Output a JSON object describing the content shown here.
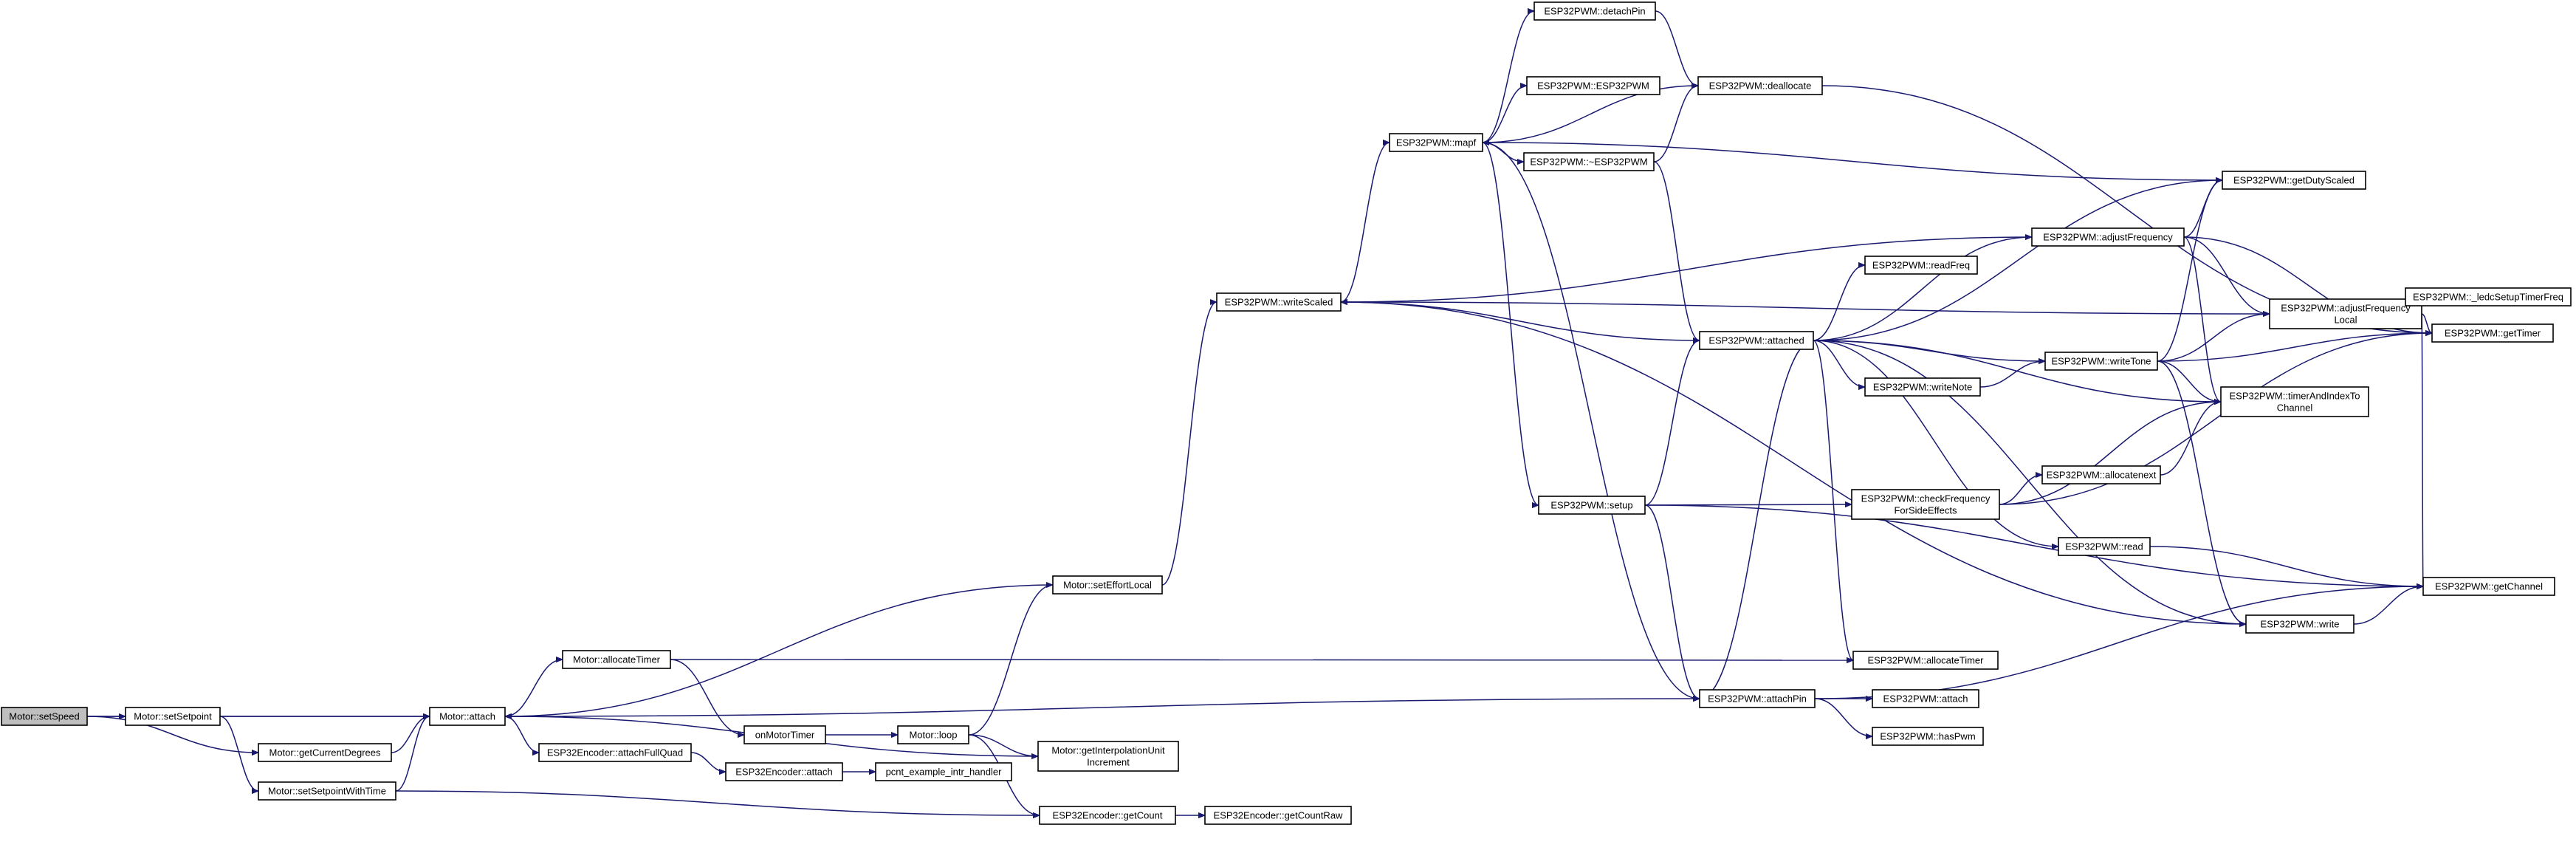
{
  "graph": {
    "root_color": "#bfbfbf",
    "edge_color": "#191970",
    "nodes": [
      {
        "id": "setSpeed",
        "label": [
          "Motor::setSpeed"
        ],
        "root": true
      },
      {
        "id": "setSetpoint",
        "label": [
          "Motor::setSetpoint"
        ]
      },
      {
        "id": "getCurrentDegrees",
        "label": [
          "Motor::getCurrentDegrees"
        ]
      },
      {
        "id": "setSetpointWithTime",
        "label": [
          "Motor::setSetpointWithTime"
        ]
      },
      {
        "id": "attach",
        "label": [
          "Motor::attach"
        ]
      },
      {
        "id": "allocateTimer",
        "label": [
          "Motor::allocateTimer"
        ]
      },
      {
        "id": "attachFullQuad",
        "label": [
          "ESP32Encoder::attachFullQuad"
        ]
      },
      {
        "id": "onMotorTimer",
        "label": [
          "onMotorTimer"
        ]
      },
      {
        "id": "encAttach",
        "label": [
          "ESP32Encoder::attach"
        ]
      },
      {
        "id": "pcnt",
        "label": [
          "pcnt_example_intr_handler"
        ]
      },
      {
        "id": "loop",
        "label": [
          "Motor::loop"
        ]
      },
      {
        "id": "setEffortLocal",
        "label": [
          "Motor::setEffortLocal"
        ]
      },
      {
        "id": "getInterp",
        "label": [
          "Motor::getInterpolationUnit",
          "Increment"
        ]
      },
      {
        "id": "getCount",
        "label": [
          "ESP32Encoder::getCount"
        ]
      },
      {
        "id": "getCountRaw",
        "label": [
          "ESP32Encoder::getCountRaw"
        ]
      },
      {
        "id": "writeScaled",
        "label": [
          "ESP32PWM::writeScaled"
        ]
      },
      {
        "id": "mapf",
        "label": [
          "ESP32PWM::mapf"
        ]
      },
      {
        "id": "detachPin",
        "label": [
          "ESP32PWM::detachPin"
        ]
      },
      {
        "id": "ctor",
        "label": [
          "ESP32PWM::ESP32PWM"
        ]
      },
      {
        "id": "dtor",
        "label": [
          "ESP32PWM::~ESP32PWM"
        ]
      },
      {
        "id": "deallocate",
        "label": [
          "ESP32PWM::deallocate"
        ]
      },
      {
        "id": "setup",
        "label": [
          "ESP32PWM::setup"
        ]
      },
      {
        "id": "attached",
        "label": [
          "ESP32PWM::attached"
        ]
      },
      {
        "id": "attachPin",
        "label": [
          "ESP32PWM::attachPin"
        ]
      },
      {
        "id": "readFreq",
        "label": [
          "ESP32PWM::readFreq"
        ]
      },
      {
        "id": "writeNote",
        "label": [
          "ESP32PWM::writeNote"
        ]
      },
      {
        "id": "checkFreq",
        "label": [
          "ESP32PWM::checkFrequency",
          "ForSideEffects"
        ]
      },
      {
        "id": "read",
        "label": [
          "ESP32PWM::read"
        ]
      },
      {
        "id": "pwmAllocateTimer",
        "label": [
          "ESP32PWM::allocateTimer"
        ]
      },
      {
        "id": "pwmAttach",
        "label": [
          "ESP32PWM::attach"
        ]
      },
      {
        "id": "hasPwm",
        "label": [
          "ESP32PWM::hasPwm"
        ]
      },
      {
        "id": "getDutyScaled",
        "label": [
          "ESP32PWM::getDutyScaled"
        ]
      },
      {
        "id": "adjustFrequency",
        "label": [
          "ESP32PWM::adjustFrequency"
        ]
      },
      {
        "id": "adjustFrequencyLocal",
        "label": [
          "ESP32PWM::adjustFrequency",
          "Local"
        ]
      },
      {
        "id": "writeTone",
        "label": [
          "ESP32PWM::writeTone"
        ]
      },
      {
        "id": "allocatenext",
        "label": [
          "ESP32PWM::allocatenext"
        ]
      },
      {
        "id": "timerAndIndex",
        "label": [
          "ESP32PWM::timerAndIndexTo",
          "Channel"
        ]
      },
      {
        "id": "write",
        "label": [
          "ESP32PWM::write"
        ]
      },
      {
        "id": "getChannel",
        "label": [
          "ESP32PWM::getChannel"
        ]
      },
      {
        "id": "getTimer",
        "label": [
          "ESP32PWM::getTimer"
        ]
      },
      {
        "id": "ledcSetup",
        "label": [
          "ESP32PWM::_ledcSetupTimerFreq"
        ]
      }
    ],
    "edges": [
      [
        "setSpeed",
        "attach"
      ],
      [
        "setSpeed",
        "setSetpoint"
      ],
      [
        "setSpeed",
        "getCurrentDegrees"
      ],
      [
        "setSetpoint",
        "attach"
      ],
      [
        "setSetpoint",
        "setSetpointWithTime"
      ],
      [
        "getCurrentDegrees",
        "attach"
      ],
      [
        "setSetpointWithTime",
        "attach"
      ],
      [
        "setSetpointWithTime",
        "getCount"
      ],
      [
        "attach",
        "allocateTimer"
      ],
      [
        "attach",
        "attachFullQuad"
      ],
      [
        "attach",
        "attachPin"
      ],
      [
        "allocateTimer",
        "onMotorTimer"
      ],
      [
        "allocateTimer",
        "pwmAllocateTimer"
      ],
      [
        "attachFullQuad",
        "encAttach"
      ],
      [
        "onMotorTimer",
        "loop"
      ],
      [
        "encAttach",
        "pcnt"
      ],
      [
        "loop",
        "setEffortLocal"
      ],
      [
        "loop",
        "getInterp"
      ],
      [
        "loop",
        "getCount"
      ],
      [
        "setEffortLocal",
        "attach"
      ],
      [
        "setEffortLocal",
        "writeScaled"
      ],
      [
        "getInterp",
        "attach"
      ],
      [
        "getCount",
        "getCountRaw"
      ],
      [
        "writeScaled",
        "mapf"
      ],
      [
        "writeScaled",
        "write"
      ],
      [
        "mapf",
        "detachPin"
      ],
      [
        "mapf",
        "ctor"
      ],
      [
        "mapf",
        "dtor"
      ],
      [
        "mapf",
        "deallocate"
      ],
      [
        "mapf",
        "setup"
      ],
      [
        "mapf",
        "attachPin"
      ],
      [
        "detachPin",
        "deallocate"
      ],
      [
        "dtor",
        "deallocate"
      ],
      [
        "dtor",
        "attached"
      ],
      [
        "deallocate",
        "getTimer"
      ],
      [
        "setup",
        "attached"
      ],
      [
        "setup",
        "checkFreq"
      ],
      [
        "setup",
        "attachPin"
      ],
      [
        "setup",
        "getChannel"
      ],
      [
        "attached",
        "writeScaled"
      ],
      [
        "attached",
        "adjustFrequency"
      ],
      [
        "attached",
        "readFreq"
      ],
      [
        "attached",
        "writeNote"
      ],
      [
        "attached",
        "writeTone"
      ],
      [
        "attached",
        "getDutyScaled"
      ],
      [
        "attached",
        "timerAndIndex"
      ],
      [
        "attached",
        "read"
      ],
      [
        "attached",
        "pwmAllocateTimer"
      ],
      [
        "attached",
        "write"
      ],
      [
        "attached",
        "attachPin"
      ],
      [
        "attachPin",
        "pwmAttach"
      ],
      [
        "attachPin",
        "hasPwm"
      ],
      [
        "attachPin",
        "getChannel"
      ],
      [
        "writeNote",
        "writeTone"
      ],
      [
        "checkFreq",
        "allocatenext"
      ],
      [
        "checkFreq",
        "timerAndIndex"
      ],
      [
        "checkFreq",
        "getTimer"
      ],
      [
        "read",
        "getChannel"
      ],
      [
        "getDutyScaled",
        "mapf"
      ],
      [
        "adjustFrequency",
        "writeScaled"
      ],
      [
        "adjustFrequency",
        "getDutyScaled"
      ],
      [
        "adjustFrequency",
        "adjustFrequencyLocal"
      ],
      [
        "adjustFrequency",
        "timerAndIndex"
      ],
      [
        "adjustFrequency",
        "getTimer"
      ],
      [
        "adjustFrequencyLocal",
        "writeScaled"
      ],
      [
        "adjustFrequencyLocal",
        "ledcSetup"
      ],
      [
        "adjustFrequencyLocal",
        "getTimer"
      ],
      [
        "adjustFrequencyLocal",
        "getChannel"
      ],
      [
        "writeTone",
        "adjustFrequencyLocal"
      ],
      [
        "writeTone",
        "getDutyScaled"
      ],
      [
        "writeTone",
        "timerAndIndex"
      ],
      [
        "writeTone",
        "getTimer"
      ],
      [
        "writeTone",
        "write"
      ],
      [
        "allocatenext",
        "timerAndIndex"
      ],
      [
        "write",
        "getChannel"
      ]
    ]
  }
}
